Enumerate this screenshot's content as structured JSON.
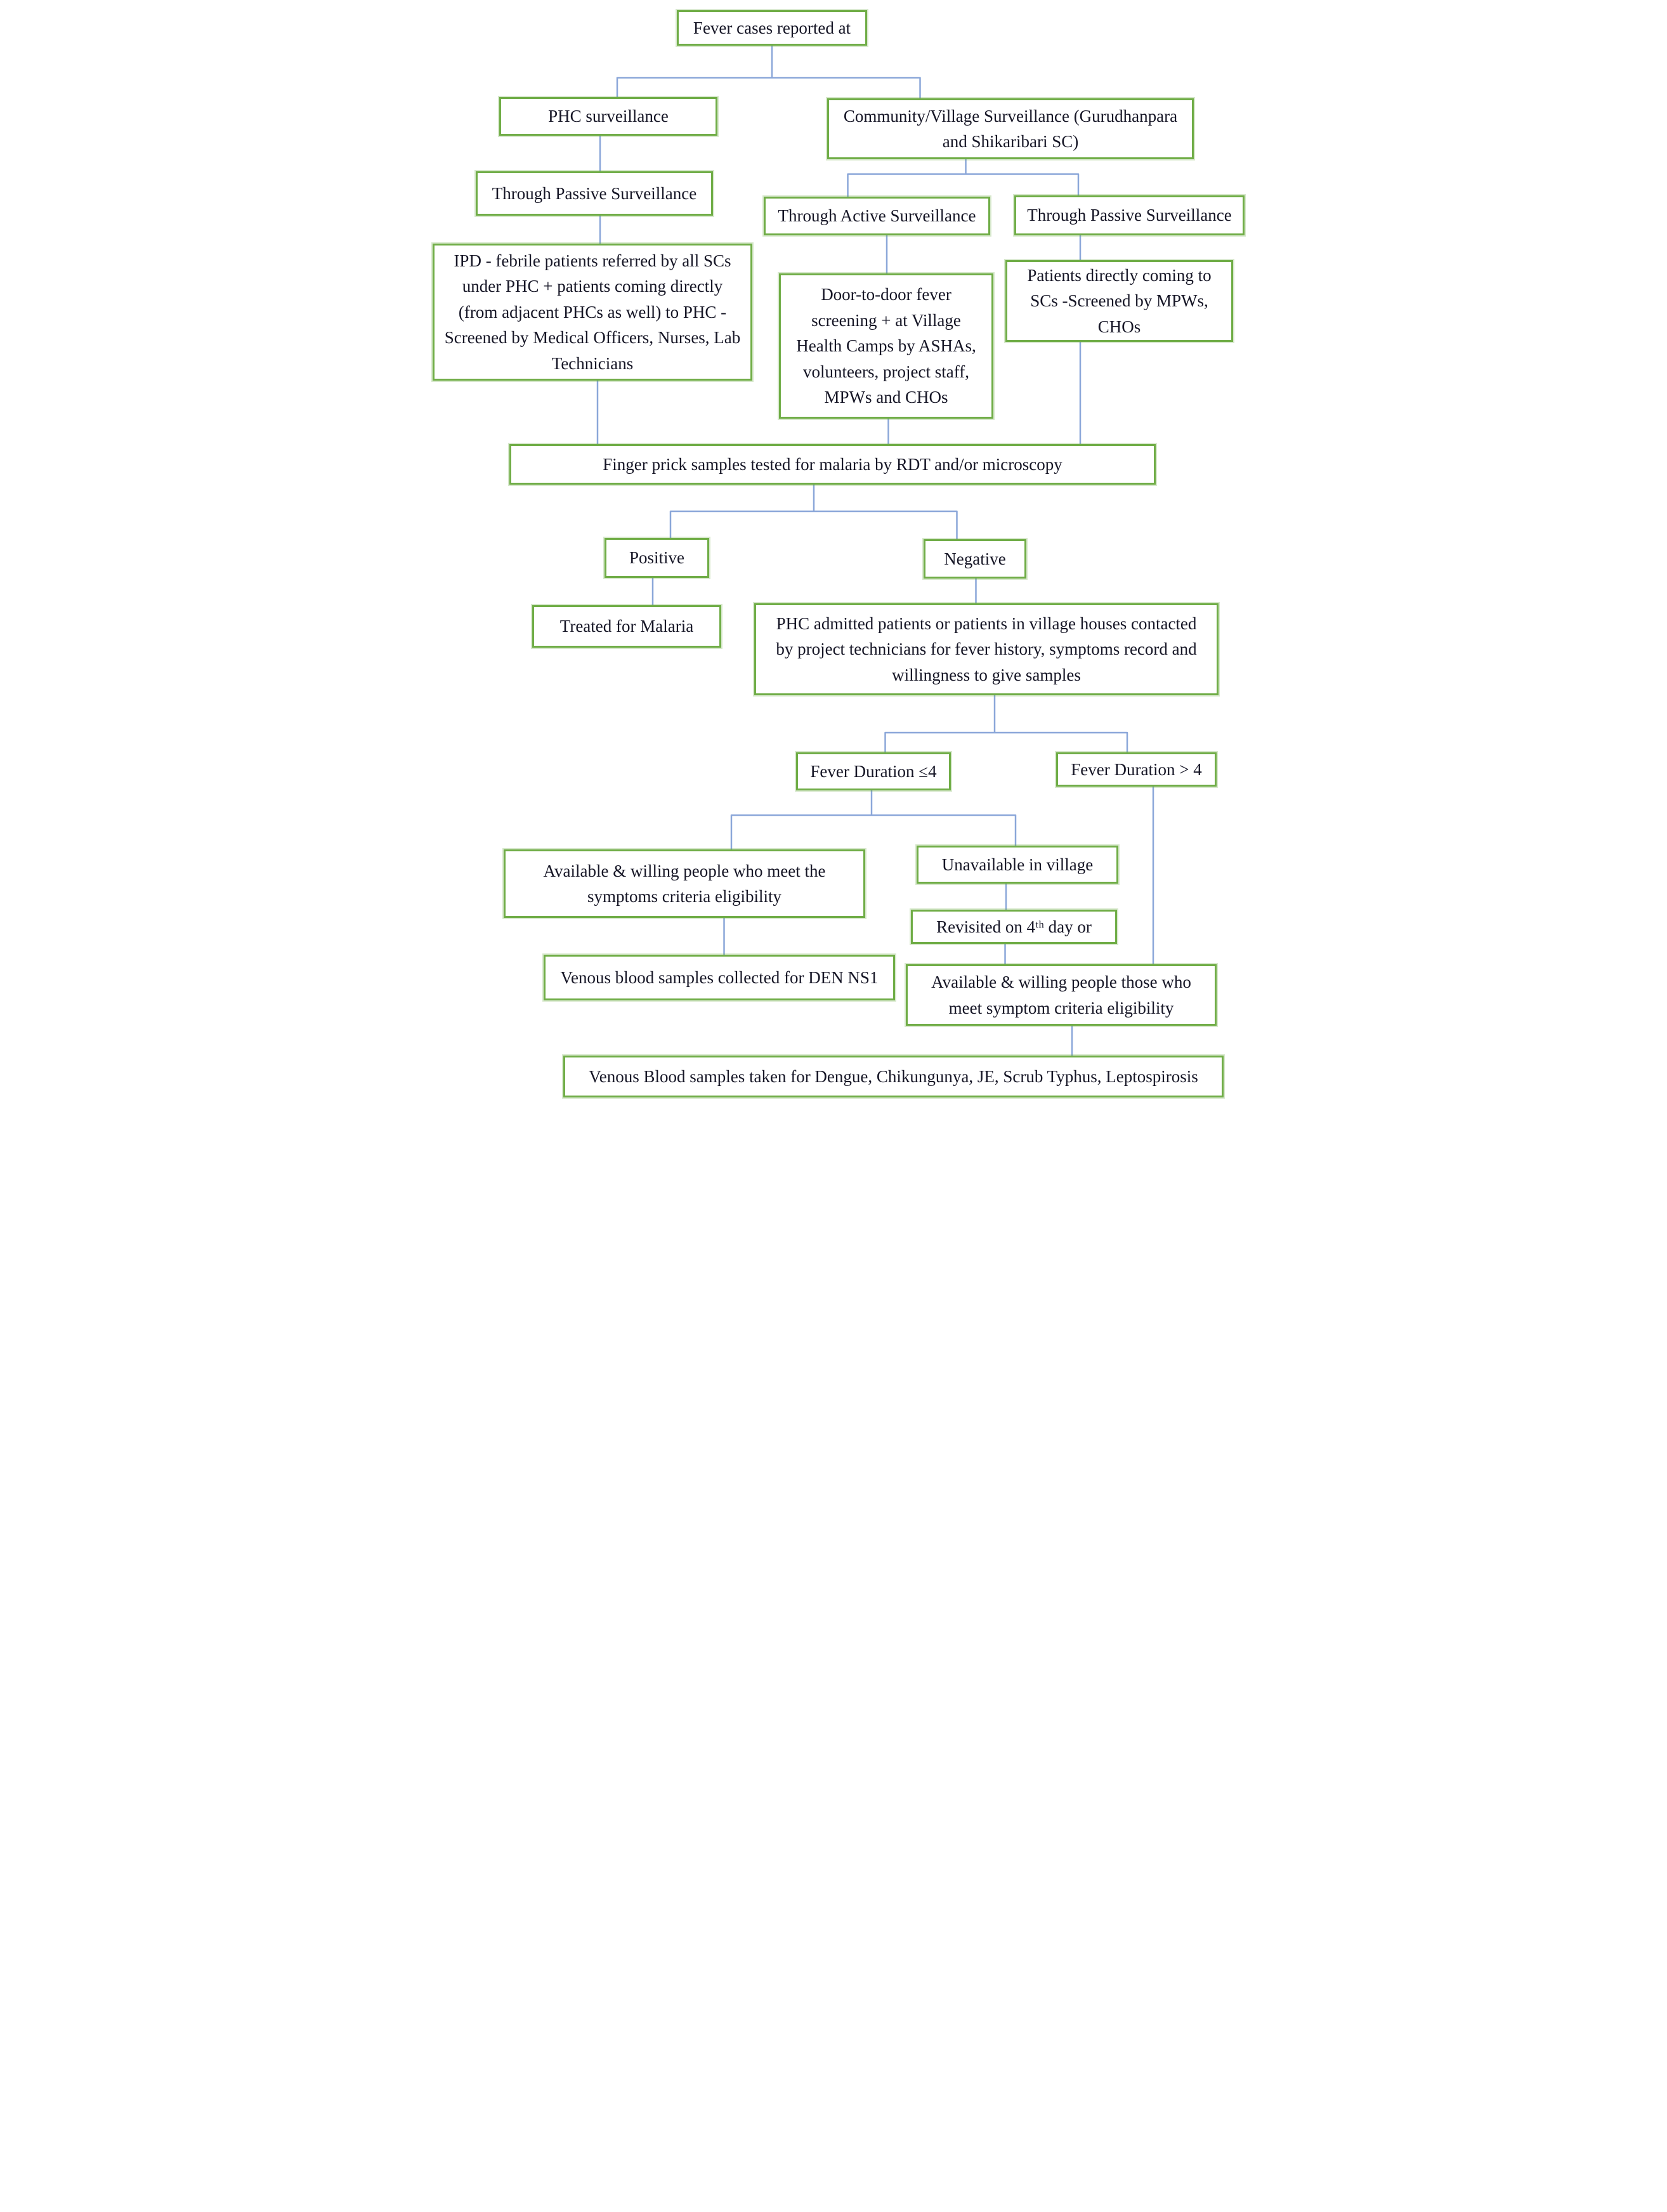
{
  "colors": {
    "box_border": "#70AD47",
    "connector": "#8BA7D9",
    "text": "#161626",
    "background": "#FFFFFF"
  },
  "nodes": {
    "fever_cases": {
      "label": "Fever cases reported at"
    },
    "phc_surveillance": {
      "label": "PHC surveillance"
    },
    "community_surveillance": {
      "lines": [
        "Community/Village Surveillance (Gurudhanpara",
        "and Shikaribari SC)"
      ]
    },
    "through_passive_phc": {
      "label": "Through Passive Surveillance"
    },
    "through_active": {
      "label": "Through Active Surveillance"
    },
    "through_passive_community": {
      "label": "Through Passive Surveillance"
    },
    "ipd": {
      "lines": [
        "IPD - febrile patients referred by all SCs",
        "under PHC + patients coming directly",
        "(from adjacent PHCs as well) to PHC -",
        "Screened by Medical Officers, Nurses, Lab",
        "Technicians"
      ]
    },
    "door_to_door": {
      "lines": [
        "Door-to-door fever",
        "screening + at Village",
        "Health Camps by ASHAs,",
        "volunteers, project staff,",
        "MPWs and CHOs"
      ]
    },
    "patients_direct": {
      "lines": [
        "Patients directly coming to",
        "SCs -Screened by MPWs,",
        "CHOs"
      ]
    },
    "finger_prick": {
      "label": "Finger prick samples tested for malaria by RDT and/or microscopy"
    },
    "positive": {
      "label": "Positive"
    },
    "negative": {
      "label": "Negative"
    },
    "treated_malaria": {
      "label": "Treated for Malaria"
    },
    "phc_admitted": {
      "lines": [
        "PHC admitted patients or patients in village houses contacted",
        "by project technicians for fever history, symptoms record and",
        "willingness to give samples"
      ]
    },
    "fever_le4": {
      "label": "Fever Duration ≤4"
    },
    "fever_gt4": {
      "label": "Fever Duration > 4"
    },
    "available_meet": {
      "lines": [
        "Available & willing people who meet the",
        "symptoms criteria eligibility"
      ]
    },
    "unavailable": {
      "label": "Unavailable in village"
    },
    "revisited": {
      "label": "Revisited on 4ᵗʰ day or"
    },
    "venous_den_ns1": {
      "label": "Venous blood samples collected for DEN NS1"
    },
    "available_those": {
      "lines": [
        "Available & willing people those who",
        "meet symptom criteria eligibility"
      ]
    },
    "venous_all": {
      "label": "Venous Blood samples taken for Dengue, Chikungunya, JE, Scrub Typhus, Leptospirosis"
    }
  }
}
